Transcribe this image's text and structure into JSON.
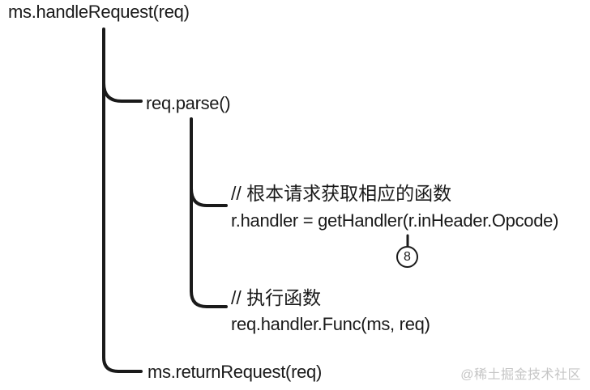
{
  "diagram": {
    "root_call": "ms.handleRequest(req)",
    "branches": {
      "parse_call": "req.parse()",
      "get_handler": {
        "comment": "// 根本请求获取相应的函数",
        "code": "r.handler = getHandler(r.inHeader.Opcode)",
        "step_marker": "8"
      },
      "exec": {
        "comment": "// 执行函数",
        "code": "req.handler.Func(ms, req)"
      },
      "return_call": "ms.returnRequest(req)"
    },
    "colors": {
      "line": "#1a1a1a",
      "text": "#1a1a1a",
      "watermark": "#c5c5c5",
      "background": "#ffffff"
    }
  },
  "watermark": "@稀土掘金技术社区"
}
